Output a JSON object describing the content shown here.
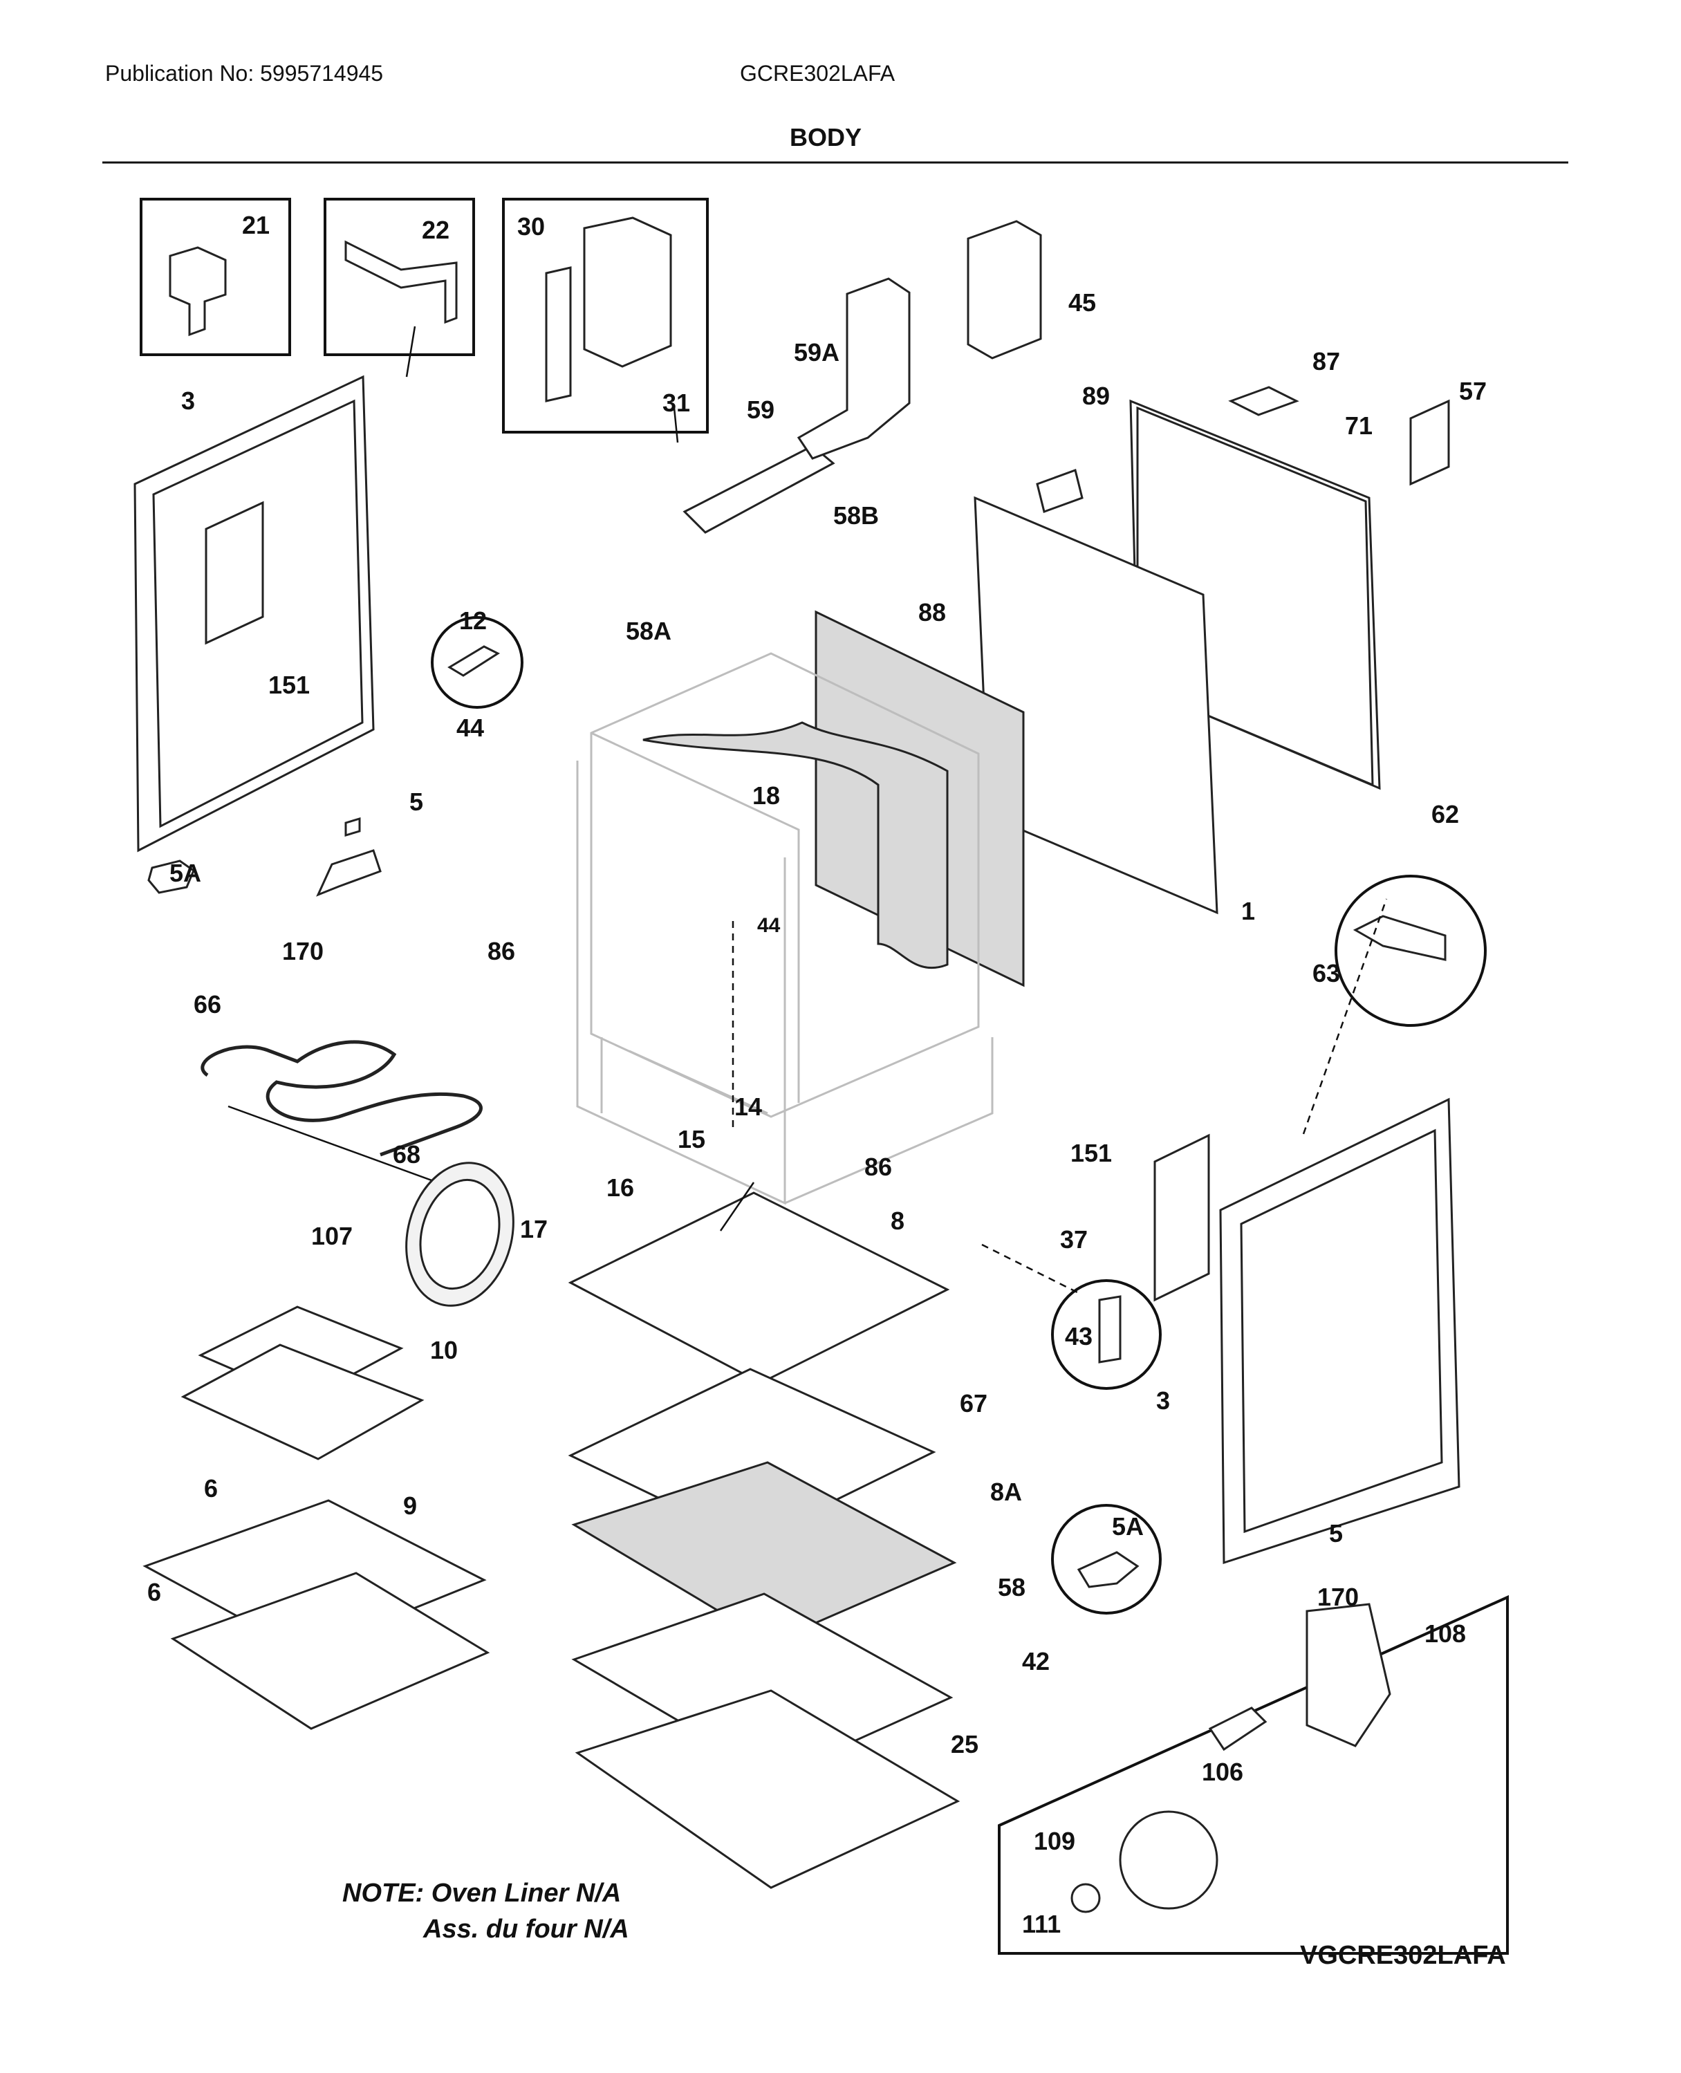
{
  "header": {
    "publication": "Publication No: 5995714945",
    "model": "GCRE302LAFA",
    "section_title": "BODY"
  },
  "note": {
    "line1": "NOTE: Oven Liner N/A",
    "line2": "Ass. du four N/A"
  },
  "inset_code": "VGCRE302LAFA",
  "part_labels": {
    "p21": "21",
    "p22": "22",
    "p30": "30",
    "p31": "31",
    "p45": "45",
    "p59A": "59A",
    "p59": "59",
    "p87": "87",
    "p57": "57",
    "p89": "89",
    "p71": "71",
    "p3a": "3",
    "p151a": "151",
    "p12": "12",
    "p58B": "58B",
    "p88": "88",
    "p58A": "58A",
    "p44a": "44",
    "p18": "18",
    "p5a": "5",
    "p5Aa": "5A",
    "p170a": "170",
    "p86a": "86",
    "p44b": "44",
    "p62": "62",
    "p1": "1",
    "p63": "63",
    "p66": "66",
    "p14": "14",
    "p15": "15",
    "p68": "68",
    "p16": "16",
    "p86b": "86",
    "p107": "107",
    "p17": "17",
    "p151b": "151",
    "p37": "37",
    "p8": "8",
    "p43": "43",
    "p10": "10",
    "p67": "67",
    "p3b": "3",
    "p9": "9",
    "p8A": "8A",
    "p6a": "6",
    "p5Ab": "5A",
    "p5b": "5",
    "p58": "58",
    "p6b": "6",
    "p170b": "170",
    "p108": "108",
    "p42": "42",
    "p25": "25",
    "p106": "106",
    "p109": "109",
    "p111": "111"
  }
}
